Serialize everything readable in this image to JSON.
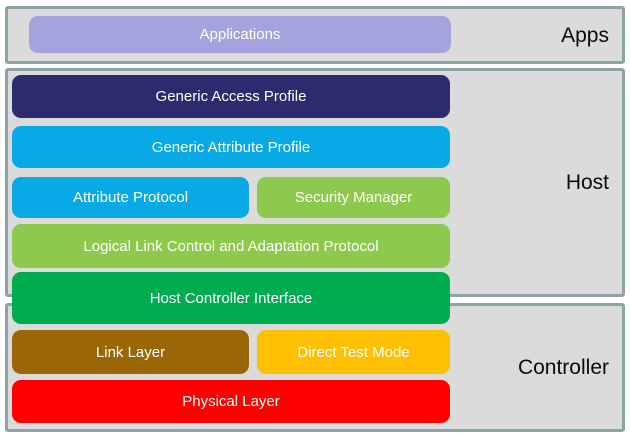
{
  "colors": {
    "page_bg": "#ffffff",
    "section_fill": "#dbdbdb",
    "section_border": "#8ca4a6",
    "bar_text": "#ffffff",
    "section_label_text": "#0b0b0b"
  },
  "sections": {
    "apps": {
      "label": "Apps"
    },
    "host": {
      "label": "Host"
    },
    "controller": {
      "label": "Controller"
    }
  },
  "blocks": {
    "applications": {
      "label": "Applications",
      "color": "#a3a3de"
    },
    "gap": {
      "label": "Generic Access Profile",
      "color": "#2b2c6e"
    },
    "gatt": {
      "label": "Generic Attribute Profile",
      "color": "#09a9e6"
    },
    "att": {
      "label": "Attribute Protocol",
      "color": "#09a9e6"
    },
    "smp": {
      "label": "Security Manager",
      "color": "#8dc94c"
    },
    "l2cap": {
      "label": "Logical Link Control and Adaptation Protocol",
      "color": "#8dc94c"
    },
    "hci": {
      "label": "Host Controller Interface",
      "color": "#00ac50"
    },
    "link_layer": {
      "label": "Link Layer",
      "color": "#9a6606"
    },
    "dtm": {
      "label": "Direct Test Mode",
      "color": "#ffc003"
    },
    "phy": {
      "label": "Physical Layer",
      "color": "#ff0000"
    }
  }
}
